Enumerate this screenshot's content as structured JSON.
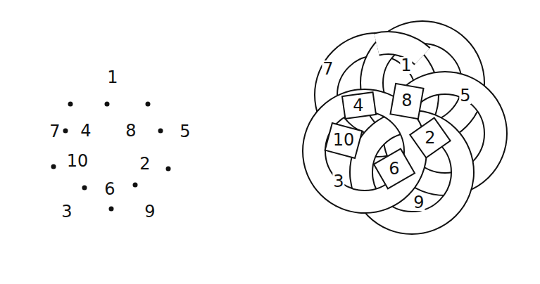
{
  "diagram": {
    "labels": [
      "1",
      "7",
      "4",
      "8",
      "5",
      "10",
      "2",
      "6",
      "3",
      "9",
      "7",
      "1",
      "4",
      "8",
      "5",
      "10",
      "2",
      "6",
      "3",
      "9"
    ]
  }
}
